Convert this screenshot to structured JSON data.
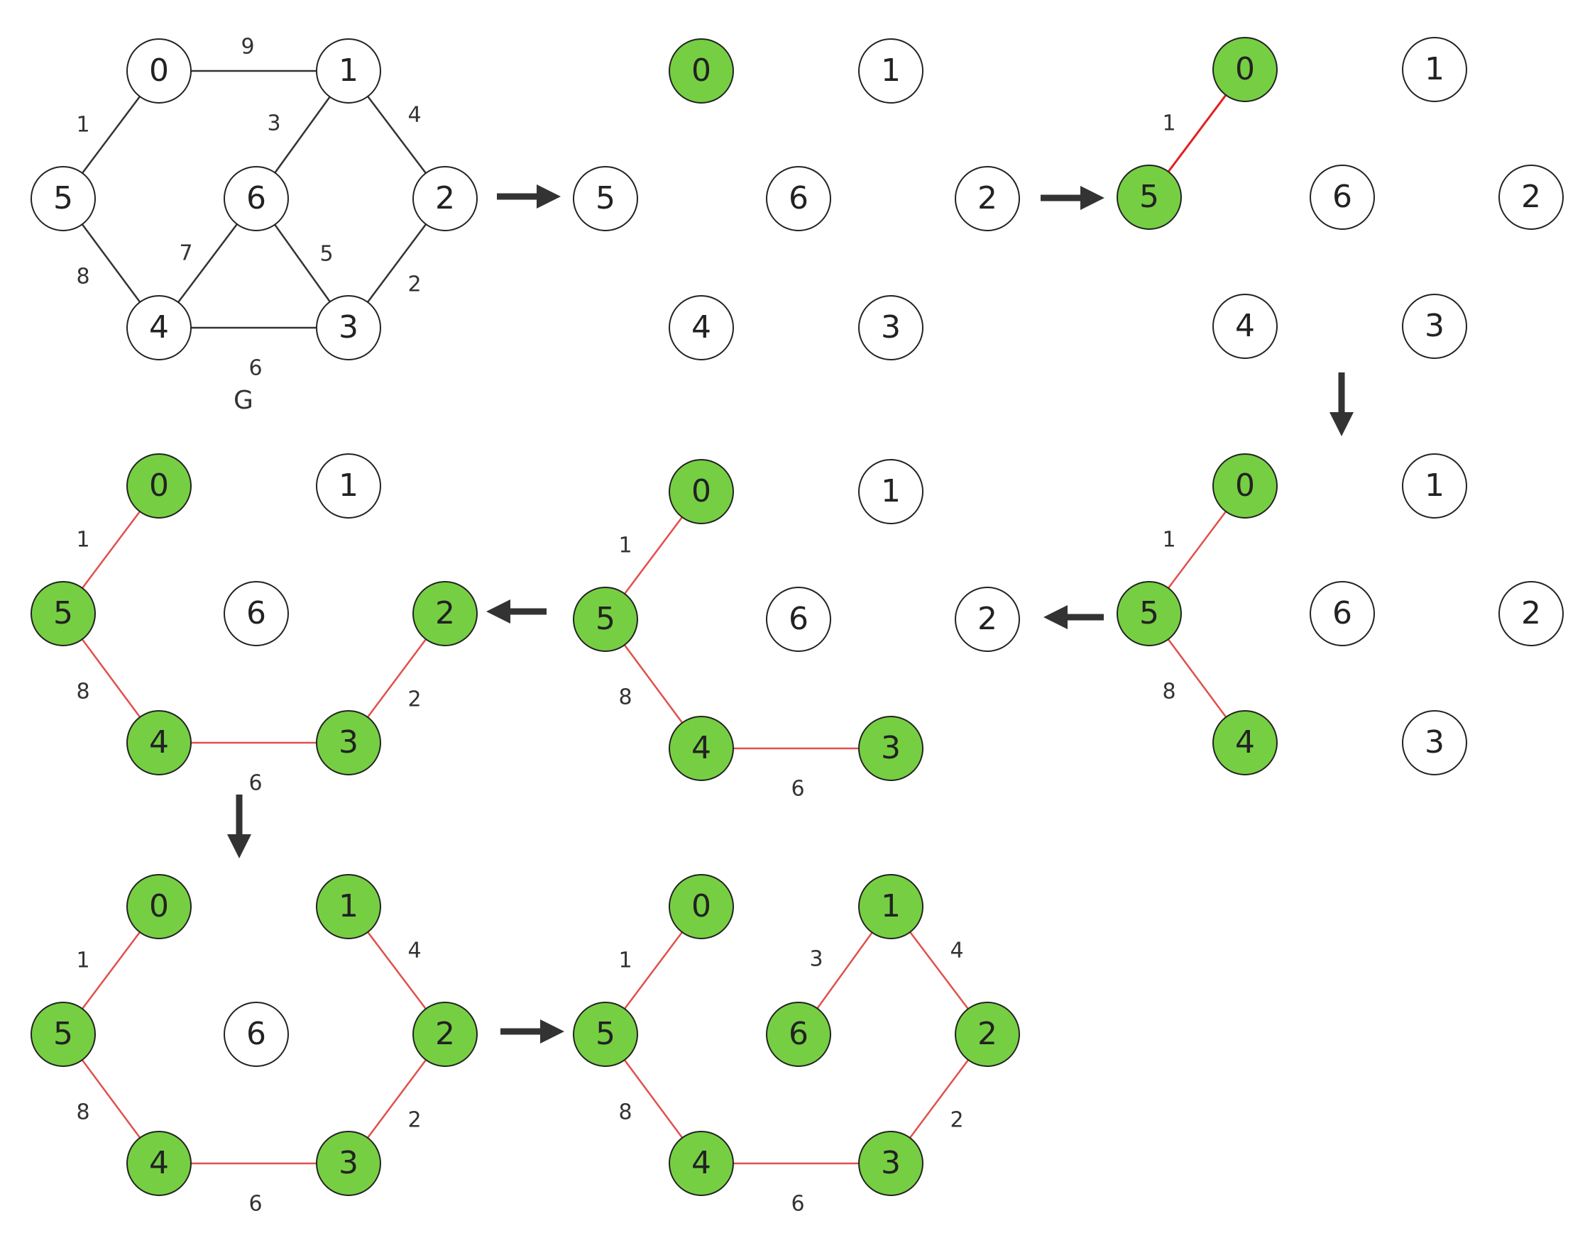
{
  "graph_caption": "G",
  "colors": {
    "visited_fill": "#76cf43",
    "unvisited_fill": "#ffffff",
    "node_stroke": "#222222",
    "graph_edge": "#333333",
    "tree_edge": "#e0504d",
    "tree_edge_strong": "#e02020",
    "arrow": "#333333"
  },
  "nodes": [
    "0",
    "1",
    "2",
    "3",
    "4",
    "5",
    "6"
  ],
  "graph_edges": [
    {
      "from": "0",
      "to": "1",
      "weight": "9"
    },
    {
      "from": "0",
      "to": "5",
      "weight": "1"
    },
    {
      "from": "1",
      "to": "6",
      "weight": "3"
    },
    {
      "from": "1",
      "to": "2",
      "weight": "4"
    },
    {
      "from": "5",
      "to": "4",
      "weight": "8"
    },
    {
      "from": "6",
      "to": "4",
      "weight": "7"
    },
    {
      "from": "6",
      "to": "3",
      "weight": "5"
    },
    {
      "from": "2",
      "to": "3",
      "weight": "2"
    },
    {
      "from": "4",
      "to": "3",
      "weight": "6"
    }
  ],
  "steps": [
    {
      "visited": [
        "0"
      ],
      "tree_edges": []
    },
    {
      "visited": [
        "0",
        "5"
      ],
      "tree_edges": [
        {
          "from": "0",
          "to": "5",
          "weight": "1"
        }
      ]
    },
    {
      "visited": [
        "0",
        "5",
        "4"
      ],
      "tree_edges": [
        {
          "from": "0",
          "to": "5",
          "weight": "1"
        },
        {
          "from": "5",
          "to": "4",
          "weight": "8"
        }
      ]
    },
    {
      "visited": [
        "0",
        "5",
        "4",
        "3"
      ],
      "tree_edges": [
        {
          "from": "0",
          "to": "5",
          "weight": "1"
        },
        {
          "from": "5",
          "to": "4",
          "weight": "8"
        },
        {
          "from": "4",
          "to": "3",
          "weight": "6"
        }
      ]
    },
    {
      "visited": [
        "0",
        "5",
        "4",
        "3",
        "2"
      ],
      "tree_edges": [
        {
          "from": "0",
          "to": "5",
          "weight": "1"
        },
        {
          "from": "5",
          "to": "4",
          "weight": "8"
        },
        {
          "from": "4",
          "to": "3",
          "weight": "6"
        },
        {
          "from": "3",
          "to": "2",
          "weight": "2"
        }
      ]
    },
    {
      "visited": [
        "0",
        "5",
        "4",
        "3",
        "2",
        "1"
      ],
      "tree_edges": [
        {
          "from": "0",
          "to": "5",
          "weight": "1"
        },
        {
          "from": "5",
          "to": "4",
          "weight": "8"
        },
        {
          "from": "4",
          "to": "3",
          "weight": "6"
        },
        {
          "from": "3",
          "to": "2",
          "weight": "2"
        },
        {
          "from": "2",
          "to": "1",
          "weight": "4"
        }
      ]
    },
    {
      "visited": [
        "0",
        "5",
        "4",
        "3",
        "2",
        "1",
        "6"
      ],
      "tree_edges": [
        {
          "from": "0",
          "to": "5",
          "weight": "1"
        },
        {
          "from": "5",
          "to": "4",
          "weight": "8"
        },
        {
          "from": "4",
          "to": "3",
          "weight": "6"
        },
        {
          "from": "3",
          "to": "2",
          "weight": "2"
        },
        {
          "from": "2",
          "to": "1",
          "weight": "4"
        },
        {
          "from": "1",
          "to": "6",
          "weight": "3"
        }
      ]
    }
  ]
}
